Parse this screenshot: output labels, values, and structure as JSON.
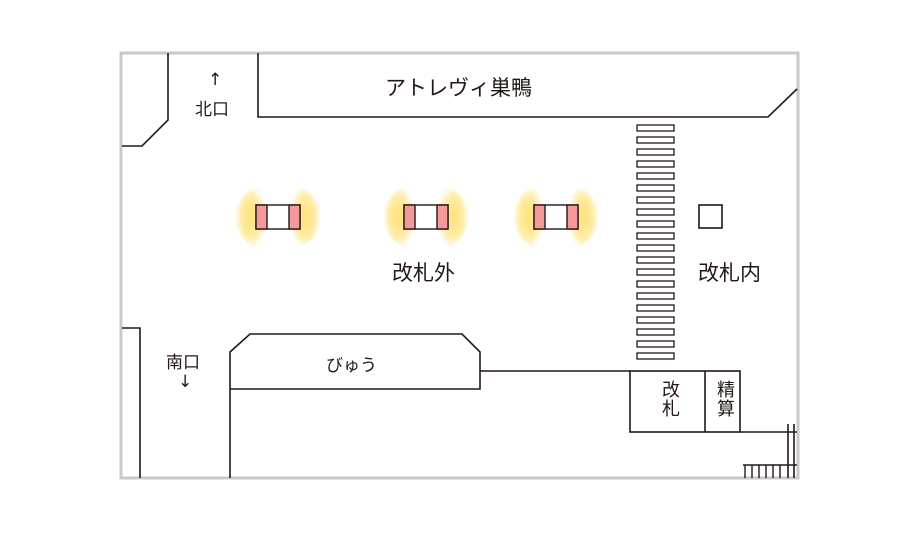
{
  "labels": {
    "atre": "アトレヴィ巣鴨",
    "north_exit": "北口",
    "north_arrow": "↑",
    "south_exit": "南口",
    "south_arrow": "↓",
    "outside_gates": "改札外",
    "inside_gates": "改札内",
    "view_plaza": "びゅう",
    "ticket_gate": "改札",
    "fare_adjustment": "精算"
  },
  "colors": {
    "line": "#231815",
    "frame": "#c9c9c9",
    "gate_pink": "#f59a9c",
    "glow": "#ffe27a"
  },
  "gates": [
    {
      "highlighted": true
    },
    {
      "highlighted": true
    },
    {
      "highlighted": true
    }
  ]
}
